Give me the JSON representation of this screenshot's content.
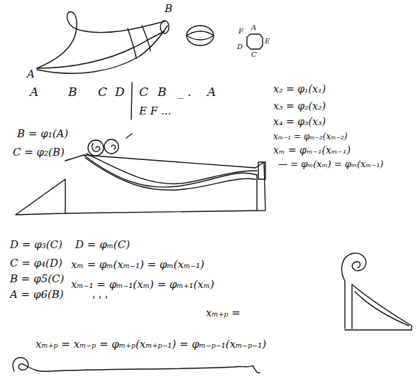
{
  "diagram": {
    "labels": [
      "A",
      "B",
      "F",
      "A",
      "E",
      "D",
      "C",
      "A",
      "B",
      "C",
      "D",
      "C",
      "B",
      "_ .",
      "A",
      "E F ...",
      "x₂ = φ₁(x₁)",
      "x₃ = φ₂(x₂)",
      "x₄ = φ₃(x₃)",
      "xₘ₋₁ = φₘ₋₂(xₘ₋₂)",
      "xₘ = φₘ₋₁(xₘ₋₁)",
      "— = φₘ(xₘ) = φₘ(xₘ₋₁)",
      "B = φ₁(A)",
      "C = φ₂(B)",
      "D = φ₃(C)",
      "C = φ₄(D)",
      "B = φ5(C)",
      "A = φ6(B)",
      "D = φₘ(C)",
      "xₘ = φₘ(xₘ₋₁) = φₘ(xₘ₋₁)",
      "xₘ₋₁ = φₘ₋₁(xₘ) = φₘ₊₁(xₘ)",
      "' ' '",
      "xₘ₊ₚ =",
      "xₘ₊ₚ = xₘ₋ₚ = φₘ₊ₚ(xₘ₊ₚ₋₁) = φₘ₋ₚ₋₁(xₘ₋ₚ₋₁)"
    ]
  }
}
